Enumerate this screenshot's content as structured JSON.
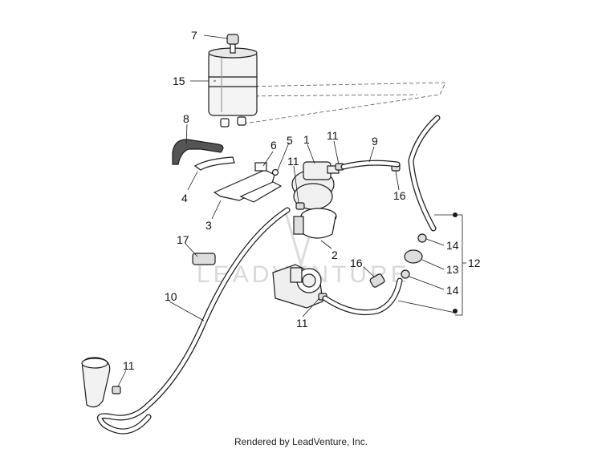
{
  "diagram": {
    "callouts": {
      "c1": "1",
      "c2": "2",
      "c3": "3",
      "c4": "4",
      "c5": "5",
      "c6": "6",
      "c7": "7",
      "c8": "8",
      "c9": "9",
      "c10": "10",
      "c11a": "11",
      "c11b": "11",
      "c11c": "11",
      "c11d": "11",
      "c12": "12",
      "c13": "13",
      "c14a": "14",
      "c14b": "14",
      "c15": "15",
      "c16a": "16",
      "c16b": "16",
      "c17": "17"
    },
    "watermark": "LEADVENTURE",
    "footer": "Rendered by LeadVenture, Inc."
  },
  "colors": {
    "line": "#1a1a1a",
    "fill": "#ffffff",
    "shade": "#9a9a9a",
    "watermark": "#d9d9d9"
  }
}
